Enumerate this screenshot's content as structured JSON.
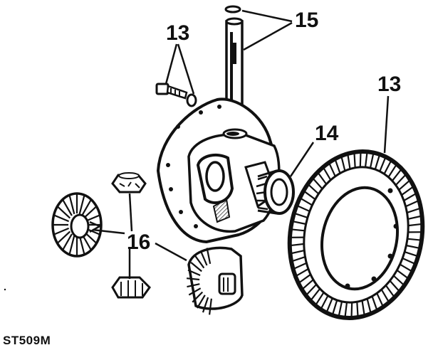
{
  "diagram": {
    "callouts": {
      "c15": "15",
      "c13_bolt": "13",
      "c13_ring": "13",
      "c14": "14",
      "c16": "16"
    },
    "reference_code": "ST509M",
    "colors": {
      "ink": "#111111",
      "paper": "#ffffff",
      "shade": "#8a8a8a"
    }
  }
}
